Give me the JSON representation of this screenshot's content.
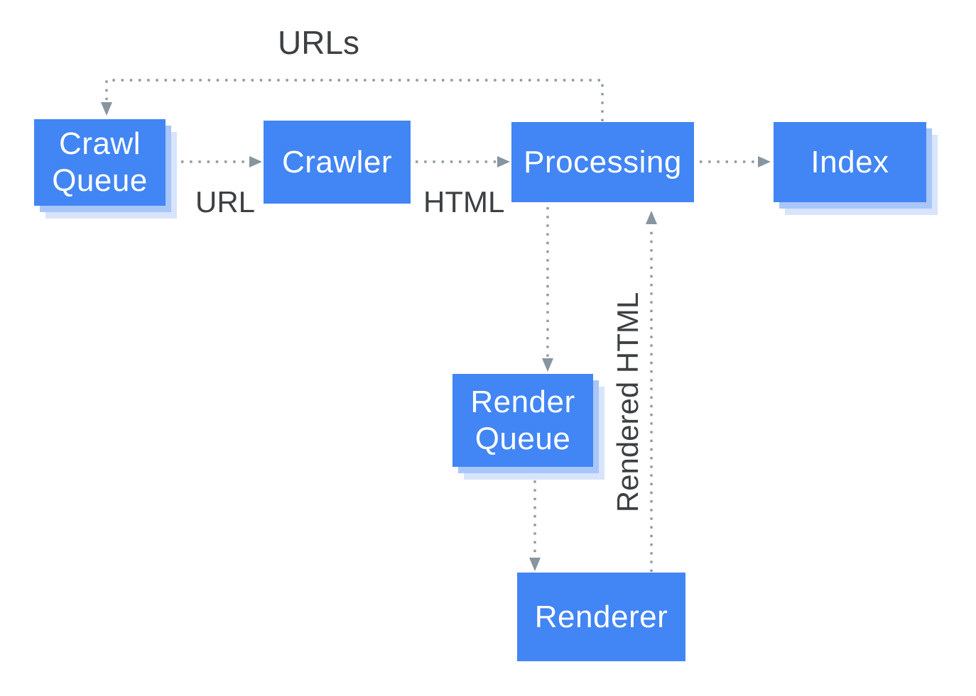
{
  "diagram": {
    "nodes": {
      "crawl_queue": {
        "label": "Crawl Queue"
      },
      "crawler": {
        "label": "Crawler"
      },
      "processing": {
        "label": "Processing"
      },
      "index": {
        "label": "Index"
      },
      "render_queue": {
        "label": "Render Queue"
      },
      "renderer": {
        "label": "Renderer"
      }
    },
    "edge_labels": {
      "urls": "URLs",
      "url": "URL",
      "html": "HTML",
      "rendered_html": "Rendered HTML"
    },
    "colors": {
      "node_fill": "#4285f4",
      "node_text": "#ffffff",
      "node_shadow_inner": "#a9c6f8",
      "node_shadow_outer": "#d7e4fc",
      "connector_dots": "#8e9aa3",
      "arrowhead": "#8795a0",
      "edge_label_text": "#3c4043",
      "background": "#ffffff"
    }
  }
}
